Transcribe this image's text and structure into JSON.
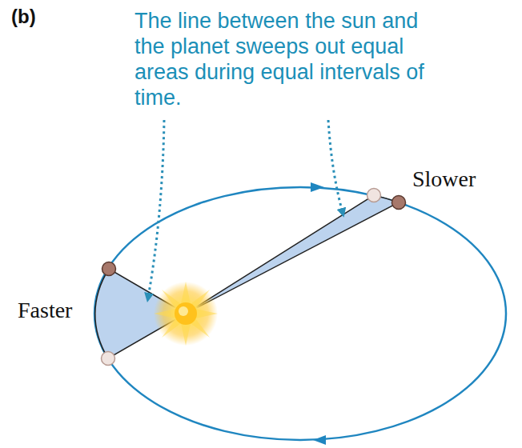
{
  "diagram": {
    "labels": [
      "(b)",
      "The line between the sun and the planet sweeps out equal areas during equal intervals of time.",
      "Slower",
      "Faster"
    ]
  }
}
